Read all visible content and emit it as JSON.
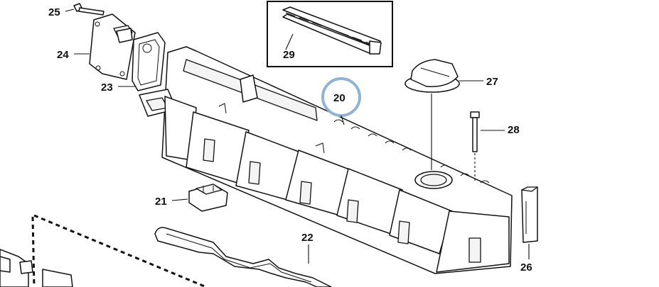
{
  "diagram": {
    "callouts": [
      {
        "id": "25",
        "text": "25"
      },
      {
        "id": "24",
        "text": "24"
      },
      {
        "id": "23",
        "text": "23"
      },
      {
        "id": "29",
        "text": "29"
      },
      {
        "id": "20",
        "text": "20"
      },
      {
        "id": "27",
        "text": "27"
      },
      {
        "id": "28",
        "text": "28"
      },
      {
        "id": "21",
        "text": "21"
      },
      {
        "id": "22",
        "text": "22"
      },
      {
        "id": "26",
        "text": "26"
      }
    ],
    "highlight_callout": "20",
    "highlight_color": "#8fb3d3",
    "line_color": "#111111",
    "icons": [
      "bolt-icon",
      "flange-plate-icon",
      "gasket-icon",
      "seal-strip-icon",
      "oil-filler-cap-icon",
      "long-bolt-icon",
      "rubber-mount-icon",
      "cover-gasket-icon",
      "plug-icon",
      "valve-cover-icon"
    ]
  }
}
